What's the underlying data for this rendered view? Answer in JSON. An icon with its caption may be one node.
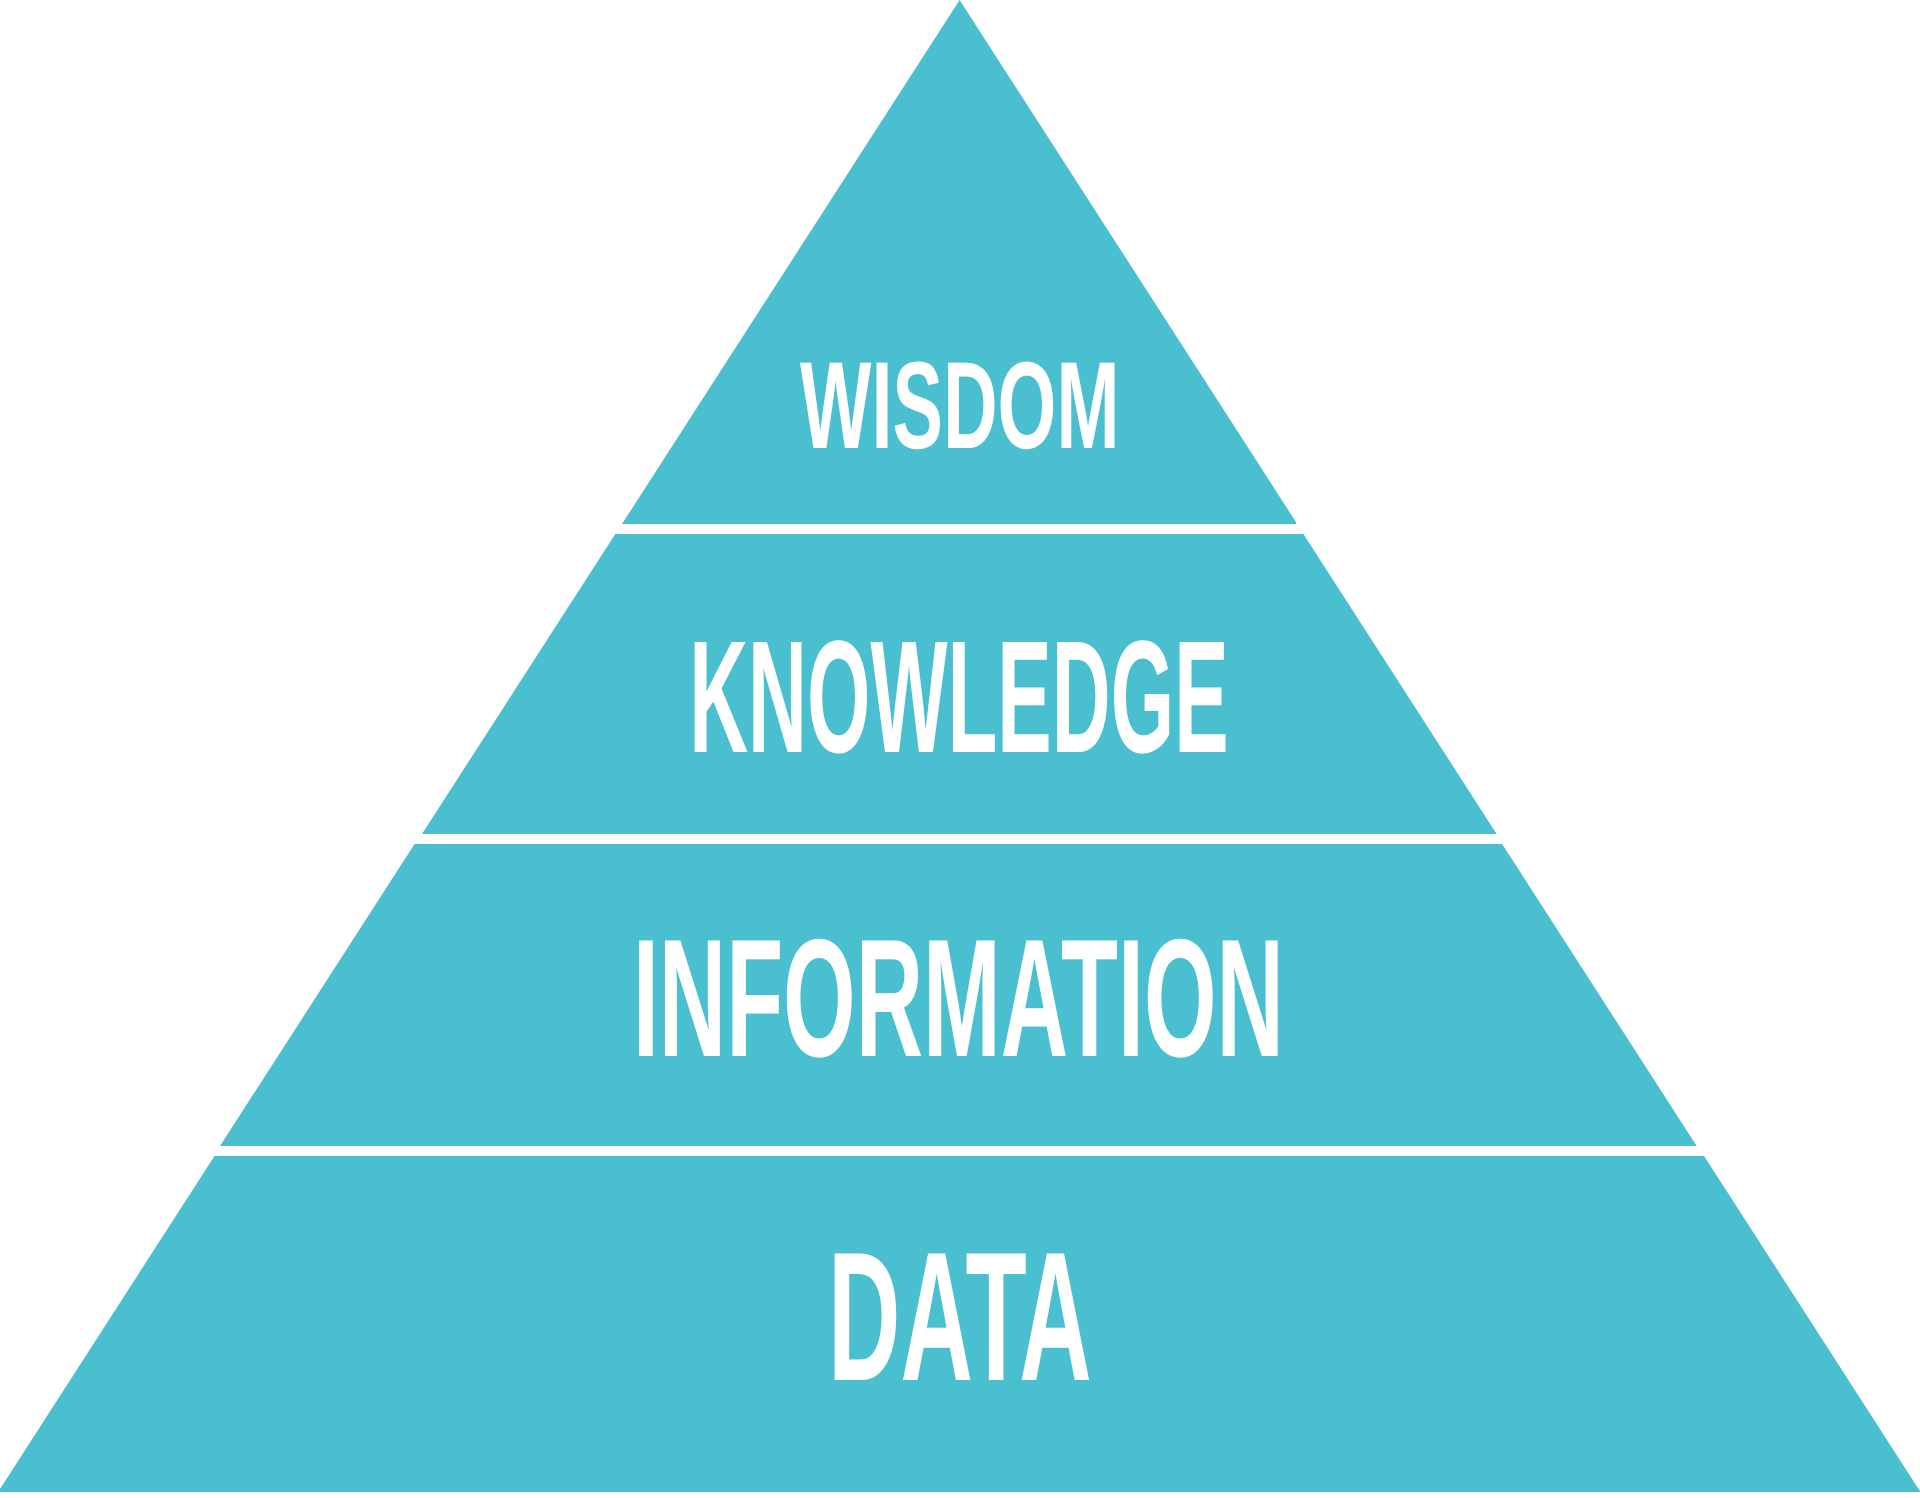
{
  "diagram": {
    "nodes": [
      {
        "text": [
          "WISDOM"
        ]
      },
      {
        "text": [
          "KNOWLEDGE"
        ]
      },
      {
        "text": [
          "INFORMATION"
        ]
      },
      {
        "text": [
          "DATA"
        ]
      }
    ]
  }
}
